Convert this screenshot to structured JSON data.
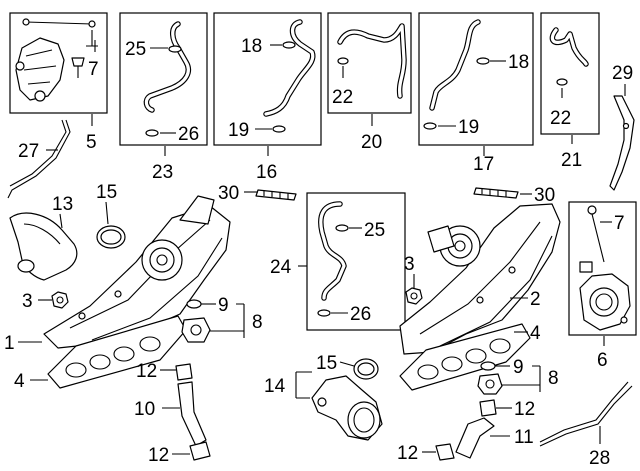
{
  "callouts": {
    "c1": "1",
    "c2": "2",
    "c3a": "3",
    "c3b": "3",
    "c4a": "4",
    "c4b": "4",
    "c5": "5",
    "c6": "6",
    "c7a": "7",
    "c7b": "7",
    "c8a": "8",
    "c8b": "8",
    "c9a": "9",
    "c9b": "9",
    "c10": "10",
    "c11": "11",
    "c12a": "12",
    "c12b": "12",
    "c12c": "12",
    "c12d": "12",
    "c13": "13",
    "c14": "14",
    "c15a": "15",
    "c15b": "15",
    "c16": "16",
    "c17": "17",
    "c18a": "18",
    "c18b": "18",
    "c19a": "19",
    "c19b": "19",
    "c20": "20",
    "c21": "21",
    "c22a": "22",
    "c22b": "22",
    "c23": "23",
    "c24": "24",
    "c25a": "25",
    "c25b": "25",
    "c26a": "26",
    "c26b": "26",
    "c27": "27",
    "c28": "28",
    "c29": "29",
    "c30a": "30",
    "c30b": "30"
  }
}
